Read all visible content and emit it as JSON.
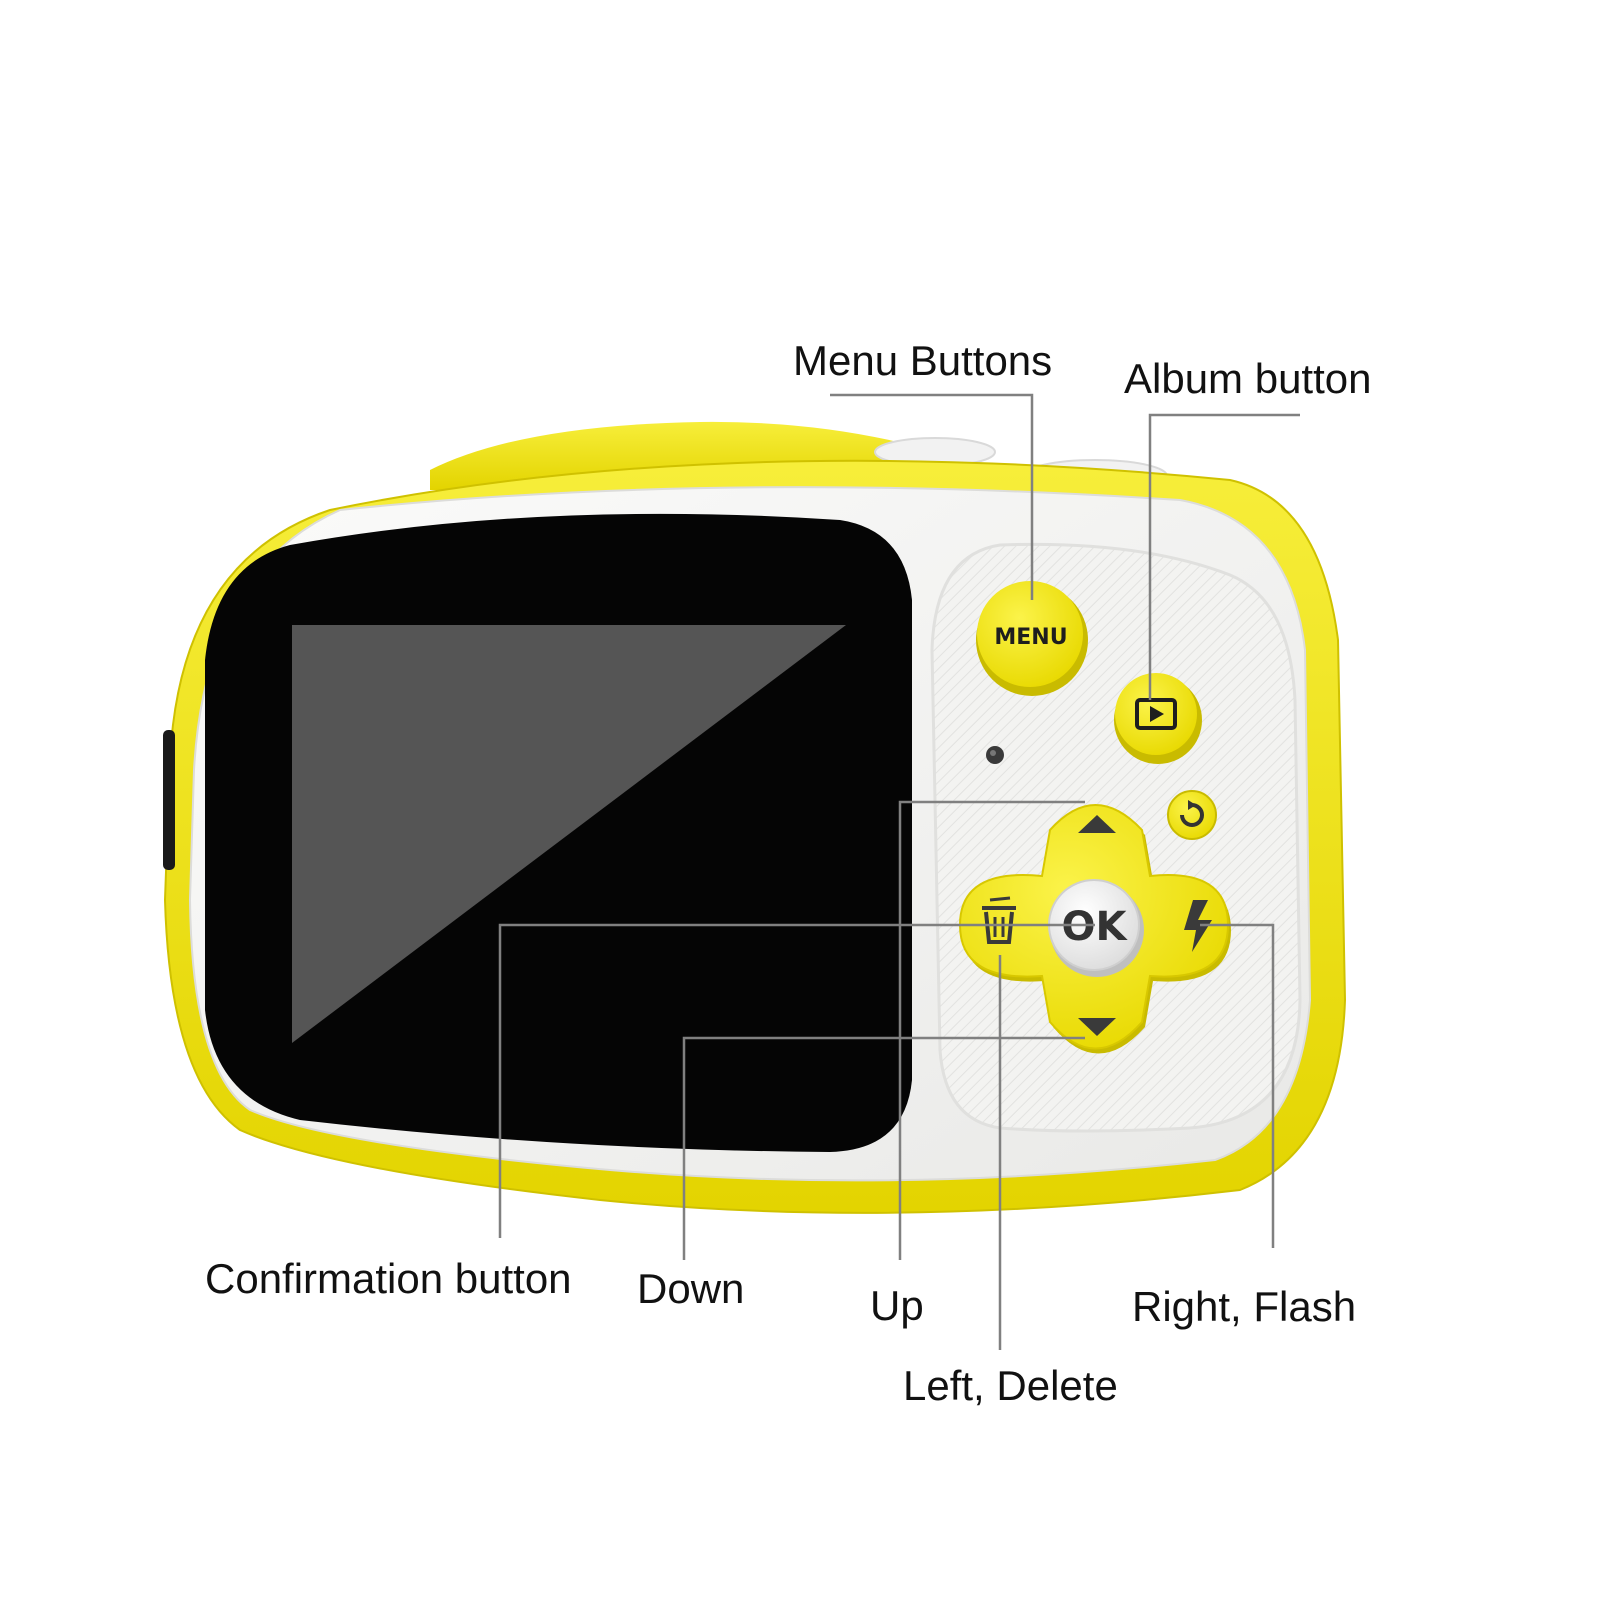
{
  "labels": {
    "menu_buttons": "Menu Buttons",
    "album_button": "Album button",
    "confirmation_button": "Confirmation button",
    "down": "Down",
    "up": "Up",
    "right_flash": "Right, Flash",
    "left_delete": "Left, Delete"
  },
  "buttons": {
    "menu": "MENU",
    "ok": "OK"
  },
  "icons": {
    "album": "play-icon",
    "rotate": "refresh-icon",
    "delete": "trash-icon",
    "flash": "flash-icon",
    "up": "triangle-up-icon",
    "down": "triangle-down-icon"
  },
  "colors": {
    "body_yellow": "#f2e600",
    "body_white": "#f6f6f4",
    "screen": "#050505",
    "screen_panel": "#555555",
    "leader_line": "#808080"
  }
}
